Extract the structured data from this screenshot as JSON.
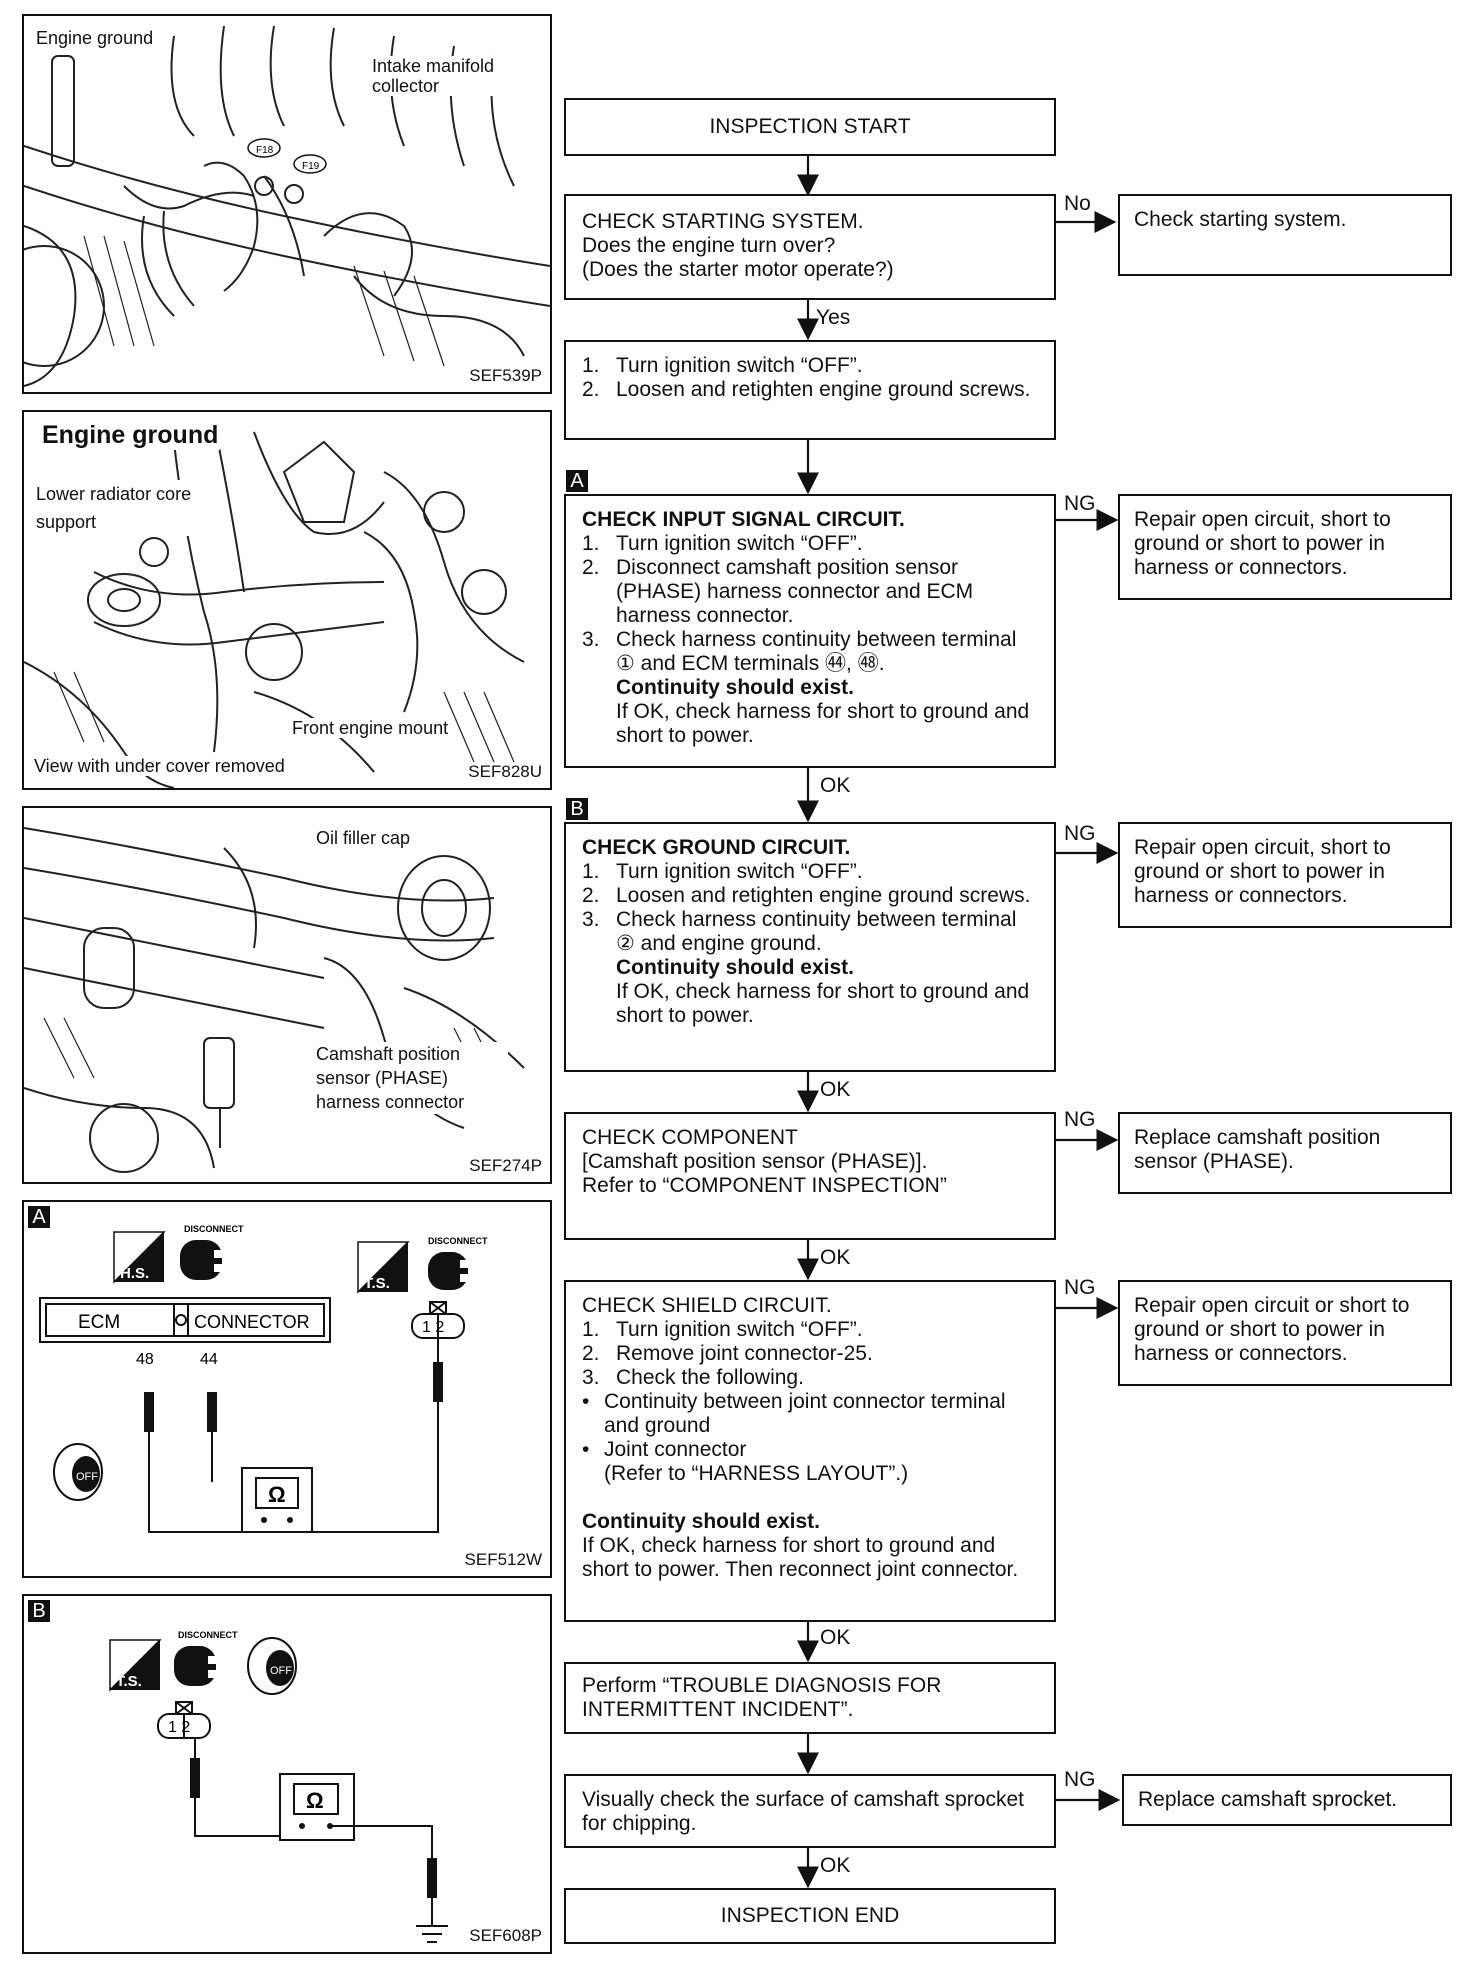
{
  "panels": {
    "p1": {
      "label_engine_ground": "Engine ground",
      "label_intake": "Intake manifold collector",
      "connector_a": "F18",
      "connector_b": "F19",
      "code": "SEF539P"
    },
    "p2": {
      "title": "Engine ground",
      "label_lower_radiator": "Lower radiator core support",
      "label_front_mount": "Front engine mount",
      "label_view": "View with under cover removed",
      "code": "SEF828U"
    },
    "p3": {
      "label_oil_cap": "Oil filler cap",
      "label_sensor": "Camshaft position sensor (PHASE) harness connector",
      "code": "SEF274P"
    },
    "p4": {
      "tag": "A",
      "hs": "H.S.",
      "ts": "T.S.",
      "disconnect": "DISCONNECT",
      "ecm": "ECM",
      "connector": "CONNECTOR",
      "pin48": "48",
      "pin44": "44",
      "pins": "1 2",
      "ohm": "Ω",
      "off": "OFF",
      "code": "SEF512W"
    },
    "p5": {
      "tag": "B",
      "ts": "T.S.",
      "disconnect": "DISCONNECT",
      "pins": "1 2",
      "ohm": "Ω",
      "off": "OFF",
      "code": "SEF608P"
    }
  },
  "flow": {
    "start": "INSPECTION START",
    "step1": {
      "lines": [
        "CHECK STARTING SYSTEM.",
        "Does the engine turn over?",
        "(Does the starter motor operate?)"
      ],
      "no_label": "No",
      "yes_label": "Yes",
      "result": "Check starting system."
    },
    "step2": {
      "items": [
        "Turn ignition switch “OFF”.",
        "Loosen and retighten engine ground screws."
      ],
      "nums": [
        "1.",
        "2."
      ]
    },
    "stepA": {
      "tag": "A",
      "title": "CHECK INPUT SIGNAL CIRCUIT.",
      "items": [
        "Turn ignition switch “OFF”.",
        "Disconnect camshaft position sensor (PHASE) harness connector and ECM harness connector.",
        "Check harness continuity between terminal ① and ECM terminals ㊹, ㊽."
      ],
      "nums": [
        "1.",
        "2.",
        "3."
      ],
      "bold_note": "Continuity should exist.",
      "note": "If OK, check harness for short to ground and short to power.",
      "ng_label": "NG",
      "ok_label": "OK",
      "result": "Repair open circuit, short to ground or short to power in harness or connectors."
    },
    "stepB": {
      "tag": "B",
      "title": "CHECK GROUND CIRCUIT.",
      "items": [
        "Turn ignition switch “OFF”.",
        "Loosen and retighten engine ground screws.",
        "Check harness continuity between terminal ② and engine ground."
      ],
      "nums": [
        "1.",
        "2.",
        "3."
      ],
      "bold_note": "Continuity should exist.",
      "note": "If OK, check harness for short to ground and short to power.",
      "ng_label": "NG",
      "ok_label": "OK",
      "result": "Repair open circuit, short to ground or short to power in harness or connectors."
    },
    "stepC": {
      "lines": [
        "CHECK COMPONENT",
        "[Camshaft position sensor (PHASE)].",
        "Refer to “COMPONENT INSPECTION”"
      ],
      "ng_label": "NG",
      "ok_label": "OK",
      "result": "Replace camshaft position sensor (PHASE)."
    },
    "stepD": {
      "title": "CHECK SHIELD CIRCUIT.",
      "items": [
        "Turn ignition switch “OFF”.",
        "Remove joint connector-25.",
        "Check the following."
      ],
      "nums": [
        "1.",
        "2.",
        "3."
      ],
      "bullets": [
        "Continuity between joint connector terminal and ground",
        "Joint connector"
      ],
      "bullet_note": "(Refer to “HARNESS LAYOUT”.)",
      "bold_note": "Continuity should exist.",
      "note": "If OK, check harness for short to ground and short to power. Then reconnect joint connector.",
      "ng_label": "NG",
      "ok_label": "OK",
      "result": "Repair open circuit or short to ground or short to power in harness or connectors."
    },
    "stepE": {
      "text": "Perform “TROUBLE DIAGNOSIS FOR INTERMITTENT INCIDENT”."
    },
    "stepF": {
      "text": "Visually check the surface of camshaft sprocket for chipping.",
      "ng_label": "NG",
      "ok_label": "OK",
      "result": "Replace camshaft sprocket."
    },
    "end": "INSPECTION END"
  }
}
